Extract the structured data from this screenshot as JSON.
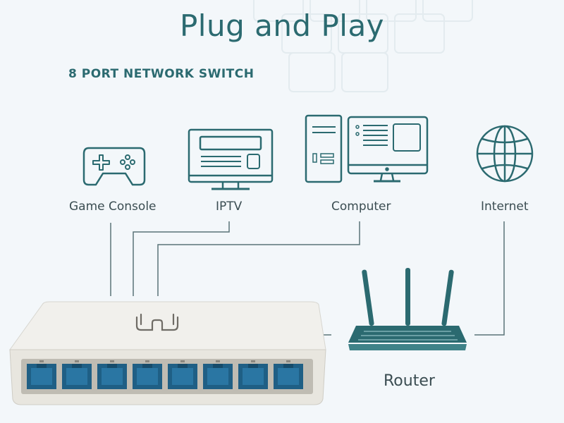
{
  "header": {
    "title": "Plug and Play",
    "subtitle": "8 PORT NETWORK SWITCH"
  },
  "devices": {
    "game_console": "Game Console",
    "iptv": "IPTV",
    "computer": "Computer",
    "internet": "Internet",
    "router": "Router"
  },
  "colors": {
    "accent": "#2b6a70",
    "line": "#5b7478",
    "switch_body": "#f1f0ec",
    "port": "#2a6f96"
  },
  "switch": {
    "port_count": 8
  }
}
